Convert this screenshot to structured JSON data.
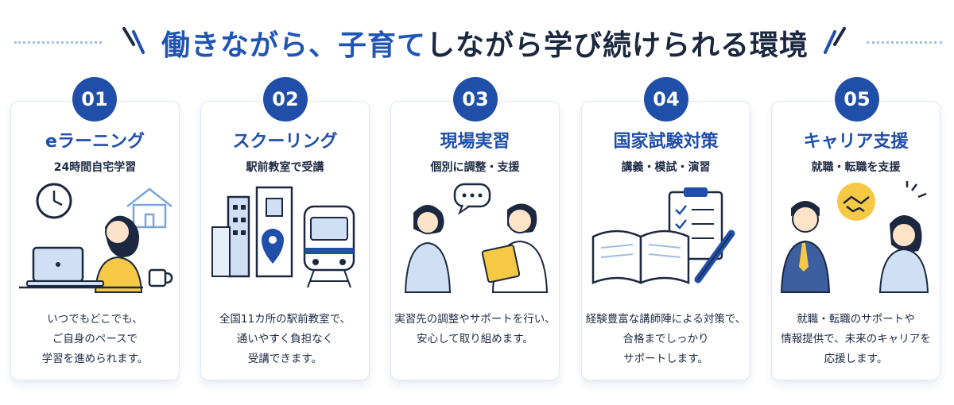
{
  "header": {
    "title_accent": "働きながら、子育て",
    "title_rest": "しながら学び続けられる環境"
  },
  "colors": {
    "accent": "#1f4fa8",
    "dark": "#1b2840",
    "card_border": "#dfe7f3",
    "yellow": "#f6c945"
  },
  "cards": [
    {
      "number": "01",
      "title": "eラーニング",
      "subtitle": "24時間自宅学習",
      "desc": [
        "いつでもどこでも、",
        "ご自身のペースで",
        "学習を進められます。"
      ],
      "icons": [
        "clock-icon",
        "house-icon",
        "laptop-icon",
        "mug-icon"
      ]
    },
    {
      "number": "02",
      "title": "スクーリング",
      "subtitle": "駅前教室で受講",
      "desc": [
        "全国11カ所の駅前教室で、",
        "通いやすく負担なく",
        "受講できます。"
      ],
      "icons": [
        "building-icon",
        "map-pin-icon",
        "train-icon"
      ]
    },
    {
      "number": "03",
      "title": "現場実習",
      "subtitle": "個別に調整・支援",
      "desc": [
        "実習先の調整やサポートを行い、",
        "安心して取り組めます。"
      ],
      "icons": [
        "speech-bubble-icon",
        "clipboard-icon"
      ]
    },
    {
      "number": "04",
      "title": "国家試験対策",
      "subtitle": "講義・模試・演習",
      "desc": [
        "経験豊富な講師陣による対策で、",
        "合格までしっかり",
        "サポートします。"
      ],
      "icons": [
        "open-book-icon",
        "checklist-icon",
        "pencil-icon"
      ]
    },
    {
      "number": "05",
      "title": "キャリア支援",
      "subtitle": "就職・転職を支援",
      "desc": [
        "就職・転職のサポートや",
        "情報提供で、未来のキャリアを",
        "応援します。"
      ],
      "icons": [
        "handshake-icon",
        "sparkle-icon"
      ]
    }
  ]
}
